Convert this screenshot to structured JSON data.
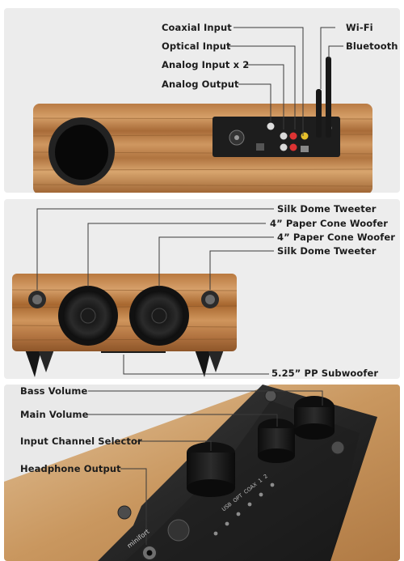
{
  "panels": {
    "connections": {
      "labels": {
        "coaxial": "Coaxial Input",
        "optical": "Optical Input",
        "analog_in": "Analog Input x 2",
        "analog_out": "Analog Output",
        "wifi": "Wi-Fi",
        "bluetooth": "Bluetooth"
      }
    },
    "drivers": {
      "labels": {
        "tweeter_left": "Silk Dome Tweeter",
        "woofer_left": "4” Paper Cone Woofer",
        "woofer_right": "4” Paper Cone Woofer",
        "tweeter_right": "Silk Dome Tweeter",
        "subwoofer": "5.25” PP Subwoofer"
      }
    },
    "controls": {
      "labels": {
        "bass": "Bass Volume",
        "main": "Main Volume",
        "input_selector": "Input Channel Selector",
        "headphone": "Headphone Output"
      },
      "brand": "minifort",
      "inputs": [
        "USB",
        "OPT",
        "COAX",
        "1",
        "2"
      ]
    }
  },
  "colors": {
    "wood_light": "#c9925c",
    "wood_dark": "#8a5a30",
    "metal_black": "#1f1f1f",
    "line": "#3a3a3a"
  }
}
